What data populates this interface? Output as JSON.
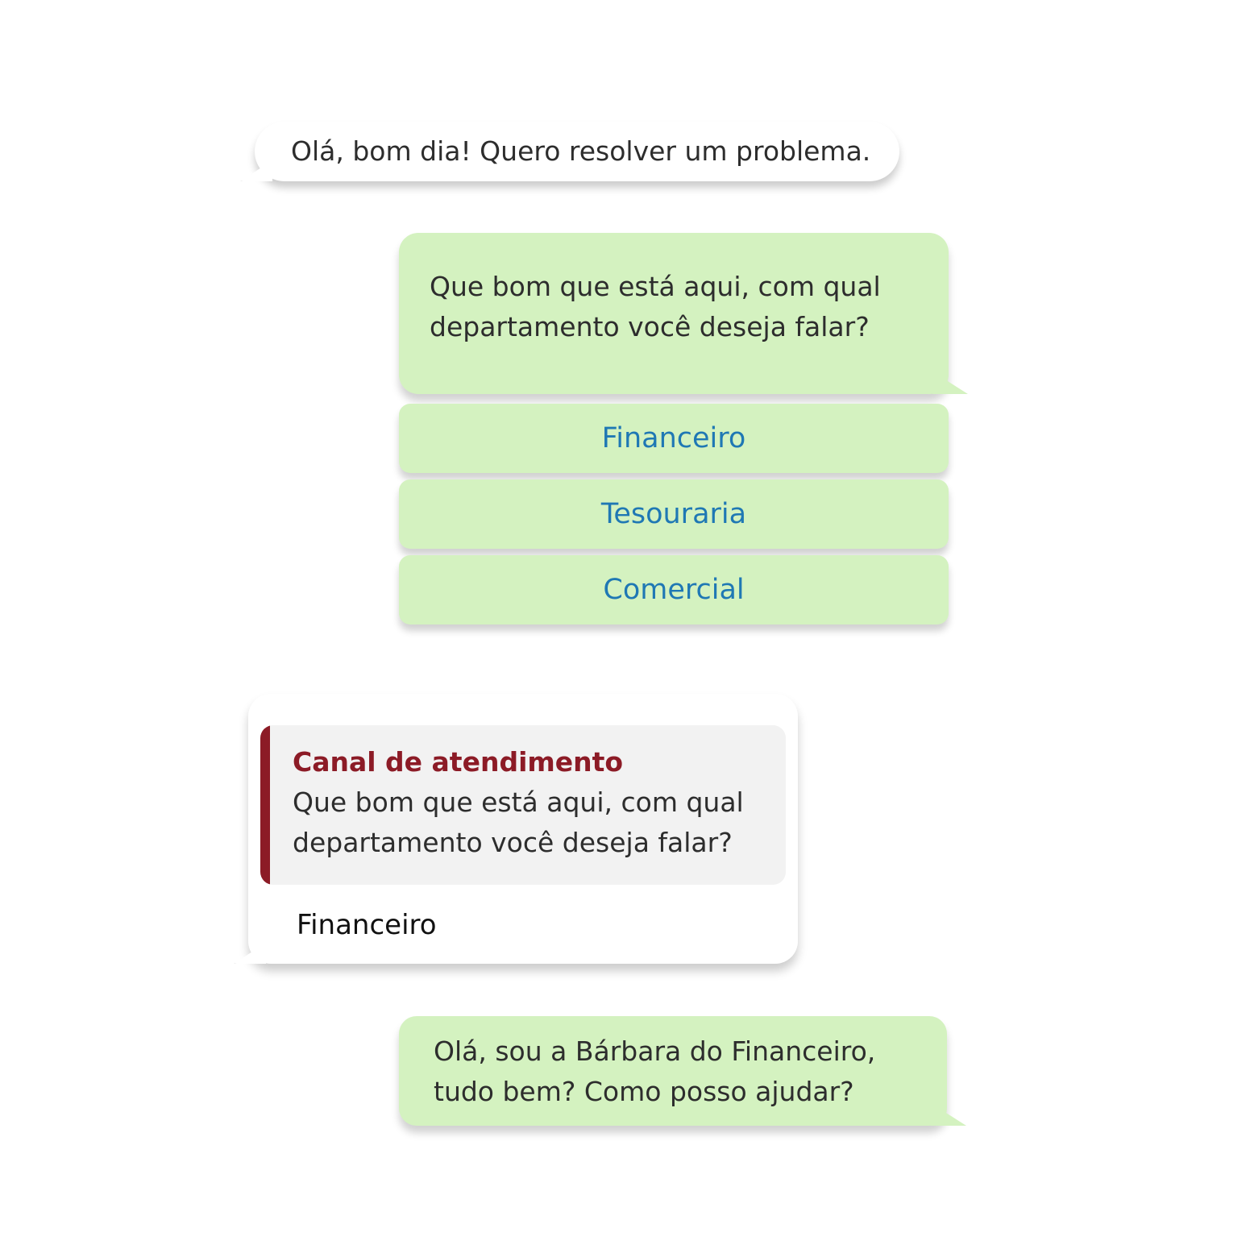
{
  "messages": {
    "user_1": {
      "text": "Olá, bom dia! Quero resolver um problema."
    },
    "bot_1": {
      "lines": [
        "Que bom que está aqui, com qual",
        "departamento você deseja falar?"
      ]
    },
    "options": [
      {
        "label": "Financeiro"
      },
      {
        "label": "Tesouraria"
      },
      {
        "label": "Comercial"
      }
    ],
    "user_2": {
      "quote_title": "Canal de atendimento",
      "quote_lines": [
        "Que bom que está aqui, com qual",
        "departamento você deseja falar?"
      ],
      "reply": "Financeiro"
    },
    "bot_2": {
      "lines": [
        "Olá, sou a Bárbara do Financeiro,",
        "tudo bem? Como posso ajudar?"
      ]
    }
  },
  "colors": {
    "bot_bubble": "#d4f2c0",
    "user_bubble": "#ffffff",
    "option_text": "#1f78b4",
    "quote_accent": "#8c1b26",
    "quote_background": "#f2f2f2"
  }
}
